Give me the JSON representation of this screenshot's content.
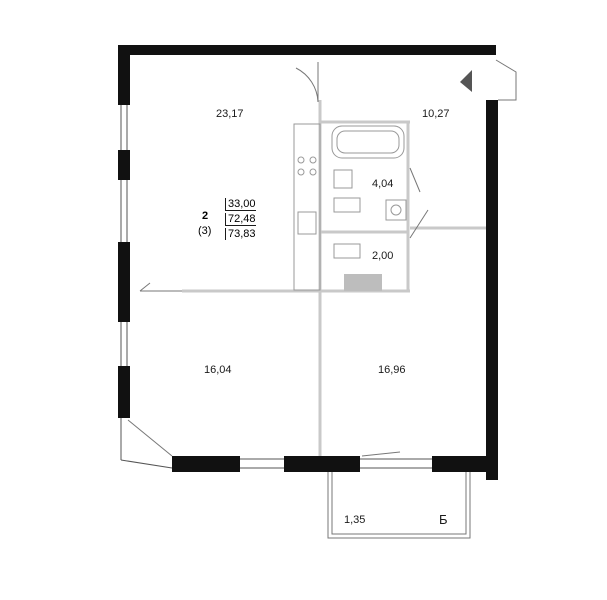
{
  "rooms": [
    {
      "id": "kitchen-living",
      "area": "23,17"
    },
    {
      "id": "bedroom-ne",
      "area": "10,27"
    },
    {
      "id": "bathroom",
      "area": "4,04"
    },
    {
      "id": "wc",
      "area": "2,00"
    },
    {
      "id": "room-sw",
      "area": "16,04"
    },
    {
      "id": "room-se",
      "area": "16,96"
    },
    {
      "id": "balcony",
      "area": "1,35"
    }
  ],
  "apartment": {
    "rooms_count": "2",
    "rooms_count_alt": "(3)",
    "living_area": "33,00",
    "total_area": "72,48",
    "total_area_with_balcony": "73,83"
  },
  "balcony_marker": "Б"
}
